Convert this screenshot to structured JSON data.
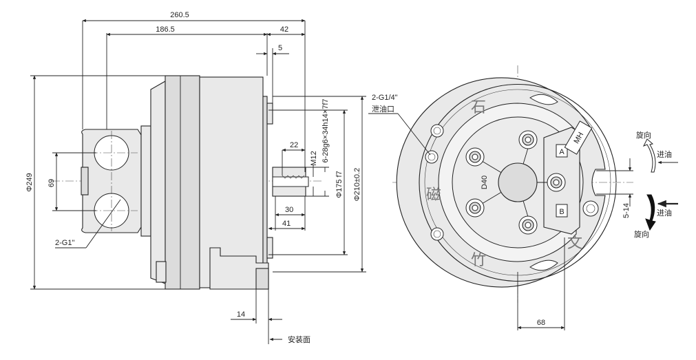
{
  "side_view": {
    "dim_overall_length": "260.5",
    "dim_body_length": "186.5",
    "dim_flange_to_end": "42",
    "dim_step": "5",
    "dim_key_length": "22",
    "dim_shaft_length": "30",
    "dim_shaft_total": "41",
    "dim_flange_thickness": "14",
    "dim_height": "Φ249",
    "dim_port_spacing": "69",
    "dim_tap": "M12",
    "dim_spline": "6-28g6×34h14×7f7",
    "dim_pilot": "Φ175 f7",
    "dim_pcd": "Φ210±0.2",
    "label_ports": "2-G1\"",
    "label_mounting_face": "安装面"
  },
  "front_view": {
    "label_drain": "2-G1/4\"",
    "label_drain_cn": "泄油口",
    "dim_key_width": "5-14",
    "dim_port_offset": "68",
    "label_rotation_top": "旋向",
    "label_inlet_top": "进油",
    "label_inlet_bottom": "进油",
    "label_rotation_bottom": "旋向",
    "port_a": "A",
    "port_b": "B",
    "model_tag": "D40",
    "brand_plate": "MH",
    "logo_chars": [
      "石",
      "磁",
      "竹",
      "文"
    ]
  }
}
